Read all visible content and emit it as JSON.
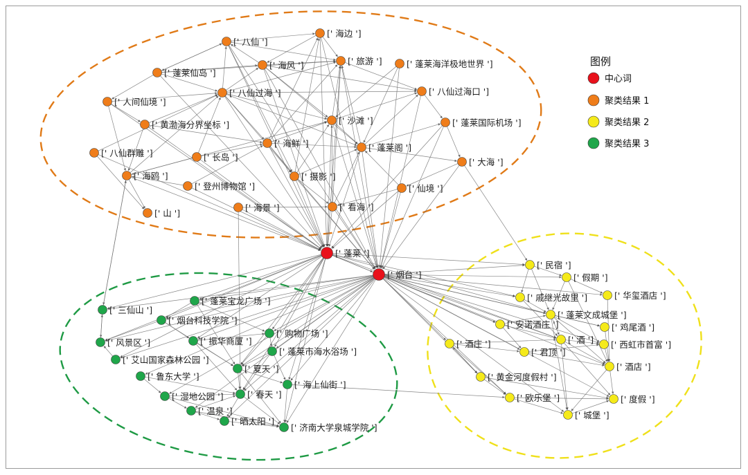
{
  "legend": {
    "title": "图例",
    "items": [
      {
        "label": "中心词",
        "color": "#e8111b"
      },
      {
        "label": "聚类结果 1",
        "color": "#ef7d1a"
      },
      {
        "label": "聚类结果 2",
        "color": "#f5ea1a"
      },
      {
        "label": "聚类结果 3",
        "color": "#1fa64a"
      }
    ]
  },
  "colors": {
    "center": "#e8111b",
    "cluster1": "#ef7d1a",
    "cluster2": "#f5ea1a",
    "cluster3": "#1fa64a",
    "edge": "#6f6f6f"
  },
  "nodes": [
    {
      "id": "penglai",
      "label": "[' 蓬莱 ']",
      "group": "center"
    },
    {
      "id": "yantai",
      "label": "[' 烟台 ']",
      "group": "center"
    },
    {
      "id": "baxian",
      "label": "[' 八仙 ']",
      "group": "cluster1"
    },
    {
      "id": "haibian",
      "label": "[' 海边 ']",
      "group": "cluster1"
    },
    {
      "id": "lvyou",
      "label": "[' 旅游 ']",
      "group": "cluster1"
    },
    {
      "id": "haifeng",
      "label": "[' 海风 ']",
      "group": "cluster1"
    },
    {
      "id": "plhyjd",
      "label": "[' 蓬莱海洋极地世界 ']",
      "group": "cluster1"
    },
    {
      "id": "plxd",
      "label": "[' 蓬莱仙岛 ']",
      "group": "cluster1"
    },
    {
      "id": "bxgh",
      "label": "[' 八仙过海 ']",
      "group": "cluster1"
    },
    {
      "id": "bxghk",
      "label": "[' 八仙过海口 ']",
      "group": "cluster1"
    },
    {
      "id": "rjxj",
      "label": "[' 人间仙境 ']",
      "group": "cluster1"
    },
    {
      "id": "shatan",
      "label": "[' 沙滩 ']",
      "group": "cluster1"
    },
    {
      "id": "plgjjc",
      "label": "[' 蓬莱国际机场 ']",
      "group": "cluster1"
    },
    {
      "id": "hbhfj",
      "label": "[' 黄渤海分界坐标 ']",
      "group": "cluster1"
    },
    {
      "id": "haixian",
      "label": "[' 海鲜 ']",
      "group": "cluster1"
    },
    {
      "id": "plg",
      "label": "[' 蓬莱阁 ']",
      "group": "cluster1"
    },
    {
      "id": "bxqd",
      "label": "[' 八仙群雕 ']",
      "group": "cluster1"
    },
    {
      "id": "changdao",
      "label": "[' 长岛 ']",
      "group": "cluster1"
    },
    {
      "id": "dahai",
      "label": "[' 大海 ']",
      "group": "cluster1"
    },
    {
      "id": "haiou",
      "label": "[' 海鸥 ']",
      "group": "cluster1"
    },
    {
      "id": "sheying",
      "label": "[' 摄影 ']",
      "group": "cluster1"
    },
    {
      "id": "dzbwg",
      "label": "[' 登州博物馆 ']",
      "group": "cluster1"
    },
    {
      "id": "xianjing",
      "label": "[' 仙境 ']",
      "group": "cluster1"
    },
    {
      "id": "shan",
      "label": "[' 山 ']",
      "group": "cluster1"
    },
    {
      "id": "haijing",
      "label": "[' 海景 ']",
      "group": "cluster1"
    },
    {
      "id": "kanhai",
      "label": "[' 看海 ']",
      "group": "cluster1"
    },
    {
      "id": "minsu",
      "label": "[' 民宿 ']",
      "group": "cluster2"
    },
    {
      "id": "jiaqi",
      "label": "[' 假期 ']",
      "group": "cluster2"
    },
    {
      "id": "qjggl",
      "label": "[' 戚继光故里 ']",
      "group": "cluster2"
    },
    {
      "id": "hwjd",
      "label": "[' 华玺酒店 ']",
      "group": "cluster2"
    },
    {
      "id": "plwccb",
      "label": "[' 蓬莱文成城堡 ']",
      "group": "cluster2"
    },
    {
      "id": "anjd",
      "label": "[' 安诺酒庄 ']",
      "group": "cluster2"
    },
    {
      "id": "jwj",
      "label": "[' 鸡尾酒 ']",
      "group": "cluster2"
    },
    {
      "id": "jiu",
      "label": "[' 酒 ']",
      "group": "cluster2"
    },
    {
      "id": "jiuzhuang",
      "label": "[' 酒庄 ']",
      "group": "cluster2"
    },
    {
      "id": "xhssf",
      "label": "[' 西虹市首富 ']",
      "group": "cluster2"
    },
    {
      "id": "junding",
      "label": "[' 君顶 ']",
      "group": "cluster2"
    },
    {
      "id": "jiudian",
      "label": "[' 酒店 ']",
      "group": "cluster2"
    },
    {
      "id": "hjhdjc",
      "label": "[' 黄金河度假村 ']",
      "group": "cluster2"
    },
    {
      "id": "olb",
      "label": "[' 欧乐堡 ']",
      "group": "cluster2"
    },
    {
      "id": "dujia",
      "label": "[' 度假 ']",
      "group": "cluster2"
    },
    {
      "id": "chengbao",
      "label": "[' 城堡 ']",
      "group": "cluster2"
    },
    {
      "id": "sxs",
      "label": "[' 三仙山 ']",
      "group": "cluster3"
    },
    {
      "id": "plbl",
      "label": "[' 蓬莱宝龙广场 ']",
      "group": "cluster3"
    },
    {
      "id": "ytkj",
      "label": "[' 烟台科技学院 ']",
      "group": "cluster3"
    },
    {
      "id": "fjq",
      "label": "[' 风景区 ']",
      "group": "cluster3"
    },
    {
      "id": "zhsx",
      "label": "[' 振华商厦 ']",
      "group": "cluster3"
    },
    {
      "id": "gwgc",
      "label": "[' 购物广场 ']",
      "group": "cluster3"
    },
    {
      "id": "asgj",
      "label": "[' 艾山国家森林公园 ']",
      "group": "cluster3"
    },
    {
      "id": "plhs",
      "label": "[' 蓬莱市海水浴场 ']",
      "group": "cluster3"
    },
    {
      "id": "xiatian",
      "label": "[' 夏天 ']",
      "group": "cluster3"
    },
    {
      "id": "ldxy",
      "label": "[' 鲁东大学 ']",
      "group": "cluster3"
    },
    {
      "id": "hsxj",
      "label": "[' 海上仙街 ']",
      "group": "cluster3"
    },
    {
      "id": "sdgy",
      "label": "[' 湿地公园 ']",
      "group": "cluster3"
    },
    {
      "id": "chuntian",
      "label": "[' 春天 ']",
      "group": "cluster3"
    },
    {
      "id": "wenquan",
      "label": "[' 温泉 ']",
      "group": "cluster3"
    },
    {
      "id": "styang",
      "label": "[' 晒太阳 ']",
      "group": "cluster3"
    },
    {
      "id": "jndx",
      "label": "[' 济南大学泉城学院 ']",
      "group": "cluster3"
    }
  ]
}
